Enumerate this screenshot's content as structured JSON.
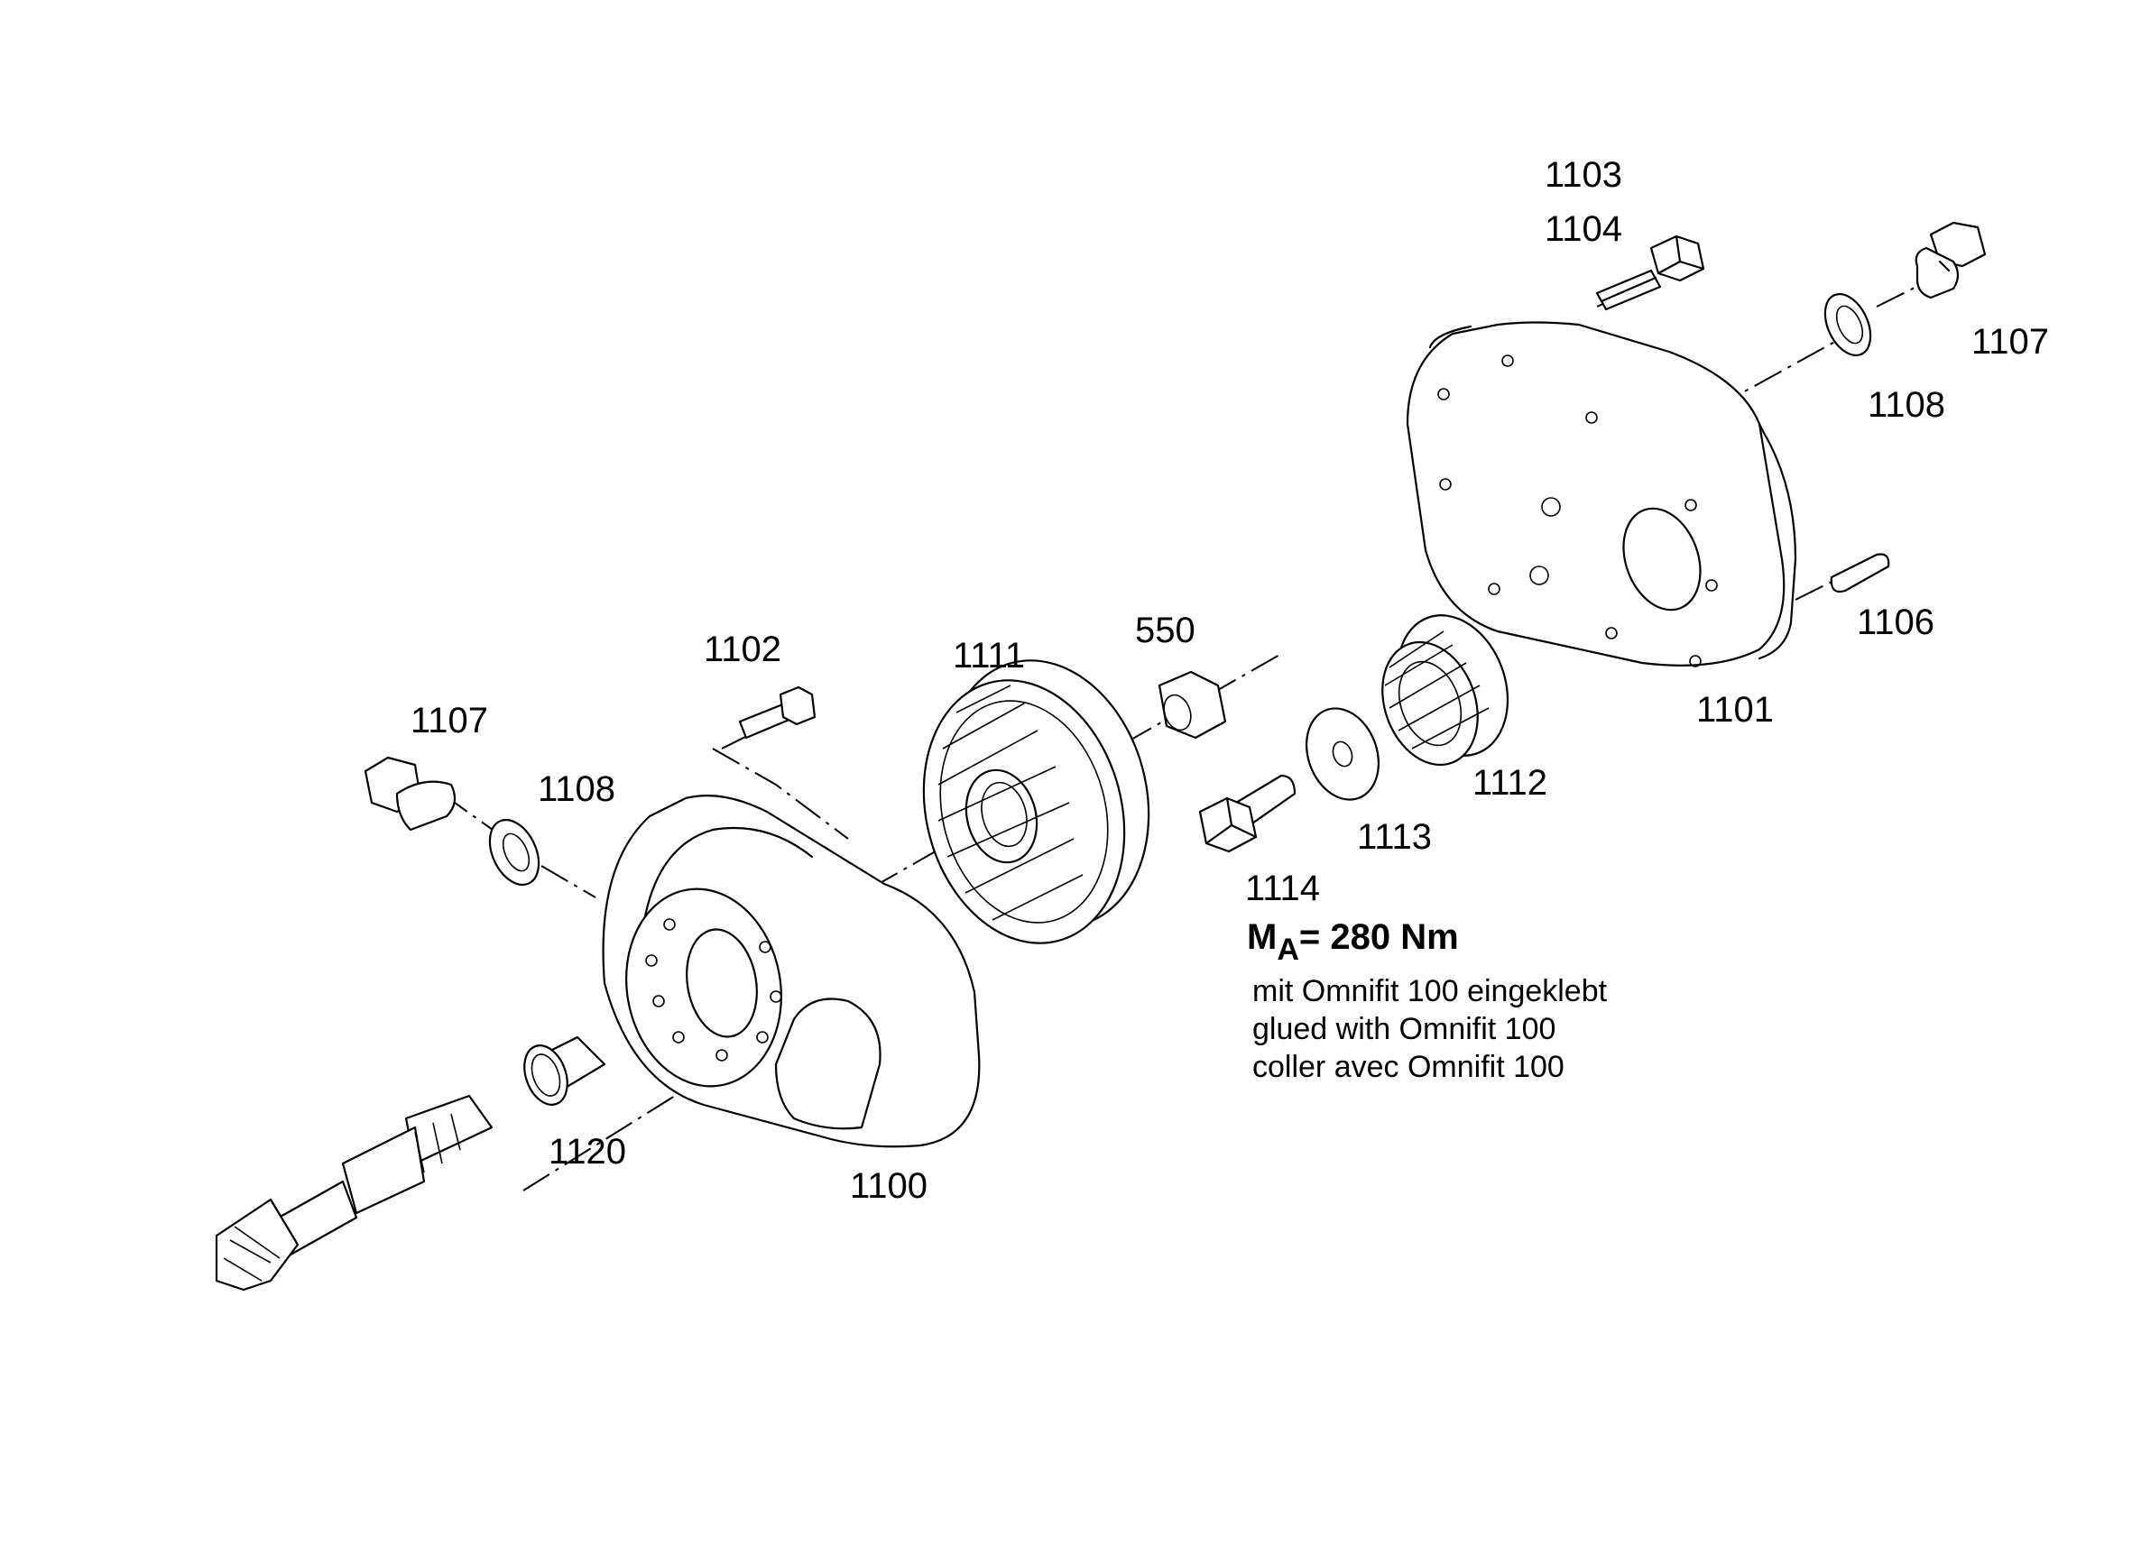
{
  "diagram": {
    "labels": {
      "p1103": "1103",
      "p1104": "1104",
      "p1107_right": "1107",
      "p1108_right": "1108",
      "p1106": "1106",
      "p1101": "1101",
      "p1112": "1112",
      "p1113": "1113",
      "p1114": "1114",
      "p550": "550",
      "p1111": "1111",
      "p1102": "1102",
      "p1107_left": "1107",
      "p1108_left": "1108",
      "p1120": "1120",
      "p1100": "1100"
    },
    "torque": {
      "symbol": "M",
      "subscript": "A",
      "value": "= 280 Nm"
    },
    "notes": [
      "mit Omnifit 100 eingeklebt",
      "glued with Omnifit 100",
      "coller avec Omnifit 100"
    ]
  }
}
